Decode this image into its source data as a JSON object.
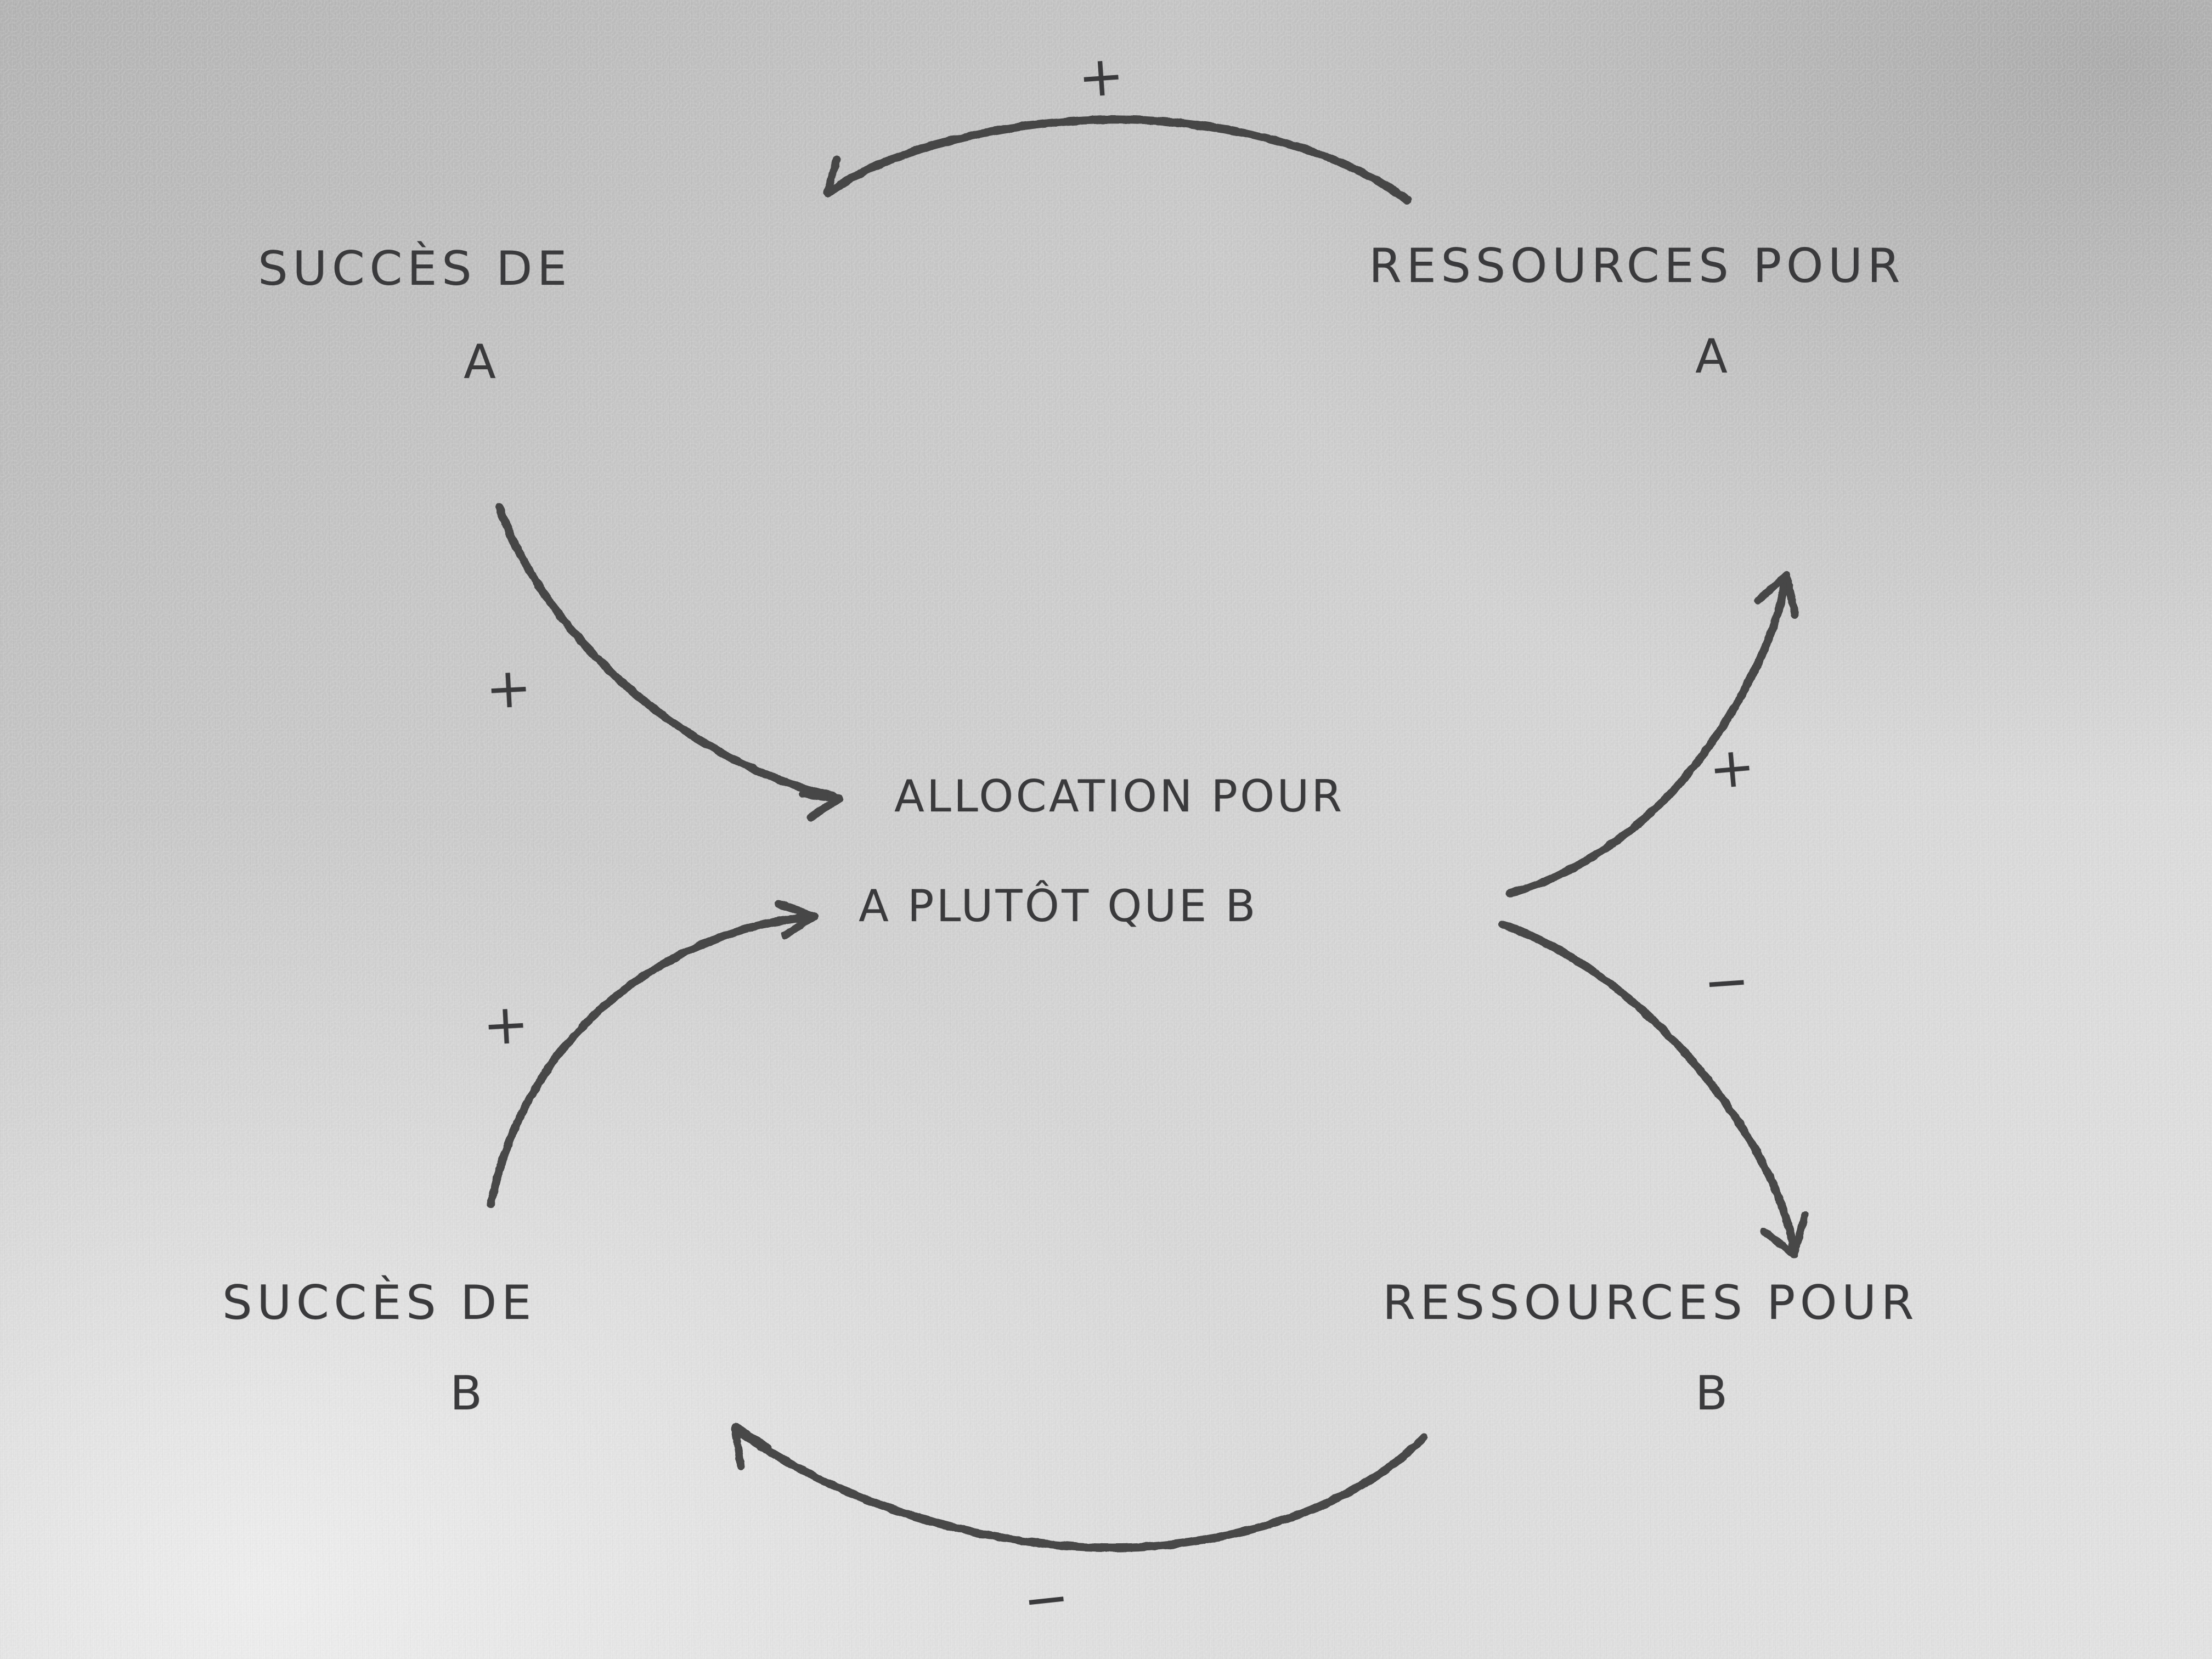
{
  "diagram": {
    "title": "Causal loop diagram - Success to the Successful (French)",
    "ink_color": "#3a3a3c",
    "paper_color": "#d4d4d4",
    "nodes": [
      {
        "id": "succes-a",
        "line1": "SUCCÈS  DE",
        "line2": "A"
      },
      {
        "id": "ressources-a",
        "line1": "RESSOURCES  POUR",
        "line2": "A"
      },
      {
        "id": "allocation",
        "line1": "ALLOCATION POUR",
        "line2": "A  PLUTÔT QUE B"
      },
      {
        "id": "succes-b",
        "line1": "SUCCÈS  DE",
        "line2": "B"
      },
      {
        "id": "ressources-b",
        "line1": "RESSOURCES   POUR",
        "line2": "B"
      }
    ],
    "links": [
      {
        "id": "ressources-a-to-succes-a",
        "from": "ressources-a",
        "to": "succes-a",
        "polarity": "+"
      },
      {
        "id": "succes-a-to-allocation",
        "from": "succes-a",
        "to": "allocation",
        "polarity": "+"
      },
      {
        "id": "allocation-to-ressources-a",
        "from": "allocation",
        "to": "ressources-a",
        "polarity": "+"
      },
      {
        "id": "allocation-to-ressources-b",
        "from": "allocation",
        "to": "ressources-b",
        "polarity": "-"
      },
      {
        "id": "ressources-b-to-succes-b",
        "from": "ressources-b",
        "to": "succes-b",
        "polarity": "-"
      },
      {
        "id": "succes-b-to-allocation",
        "from": "succes-b",
        "to": "allocation",
        "polarity": "+"
      }
    ],
    "polarity_labels": {
      "top": "+",
      "upper_left": "+",
      "right_upper": "+",
      "right_lower": "−",
      "lower_left": "+",
      "bottom": "−"
    }
  }
}
